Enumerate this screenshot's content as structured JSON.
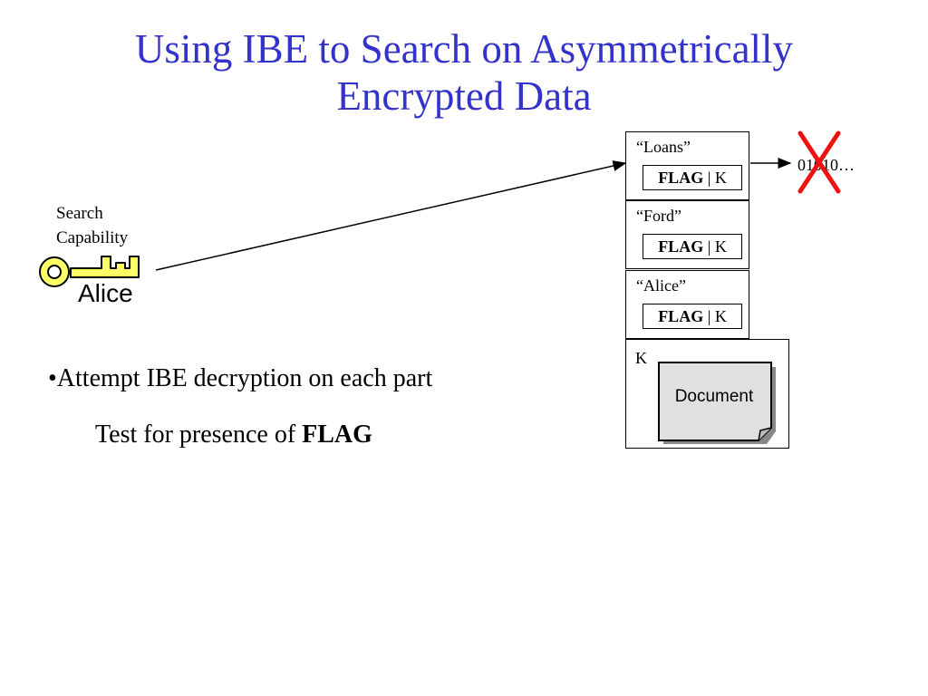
{
  "title_line1": "Using IBE to Search on Asymmetrically",
  "title_line2": "Encrypted Data",
  "search_capability": {
    "line1": "Search",
    "line2": "Capability"
  },
  "alice_label": "Alice",
  "parts": [
    {
      "keyword": "“Loans”",
      "flag": "FLAG",
      "sep": " | ",
      "k": "K"
    },
    {
      "keyword": "“Ford”",
      "flag": "FLAG",
      "sep": " | ",
      "k": "K"
    },
    {
      "keyword": "“Alice”",
      "flag": "FLAG",
      "sep": " | ",
      "k": "K"
    }
  ],
  "doc_part": {
    "k_label": "K",
    "document_label": "Document"
  },
  "ciphertext_result": "01010…",
  "bullet1": "•Attempt IBE decryption on each part",
  "bullet2_prefix": "Test for presence of ",
  "bullet2_bold": "FLAG",
  "colors": {
    "title": "#3333cc",
    "key_fill": "#ffff66",
    "reject_mark": "#ee1111",
    "document_fill": "#e0e0e0"
  }
}
